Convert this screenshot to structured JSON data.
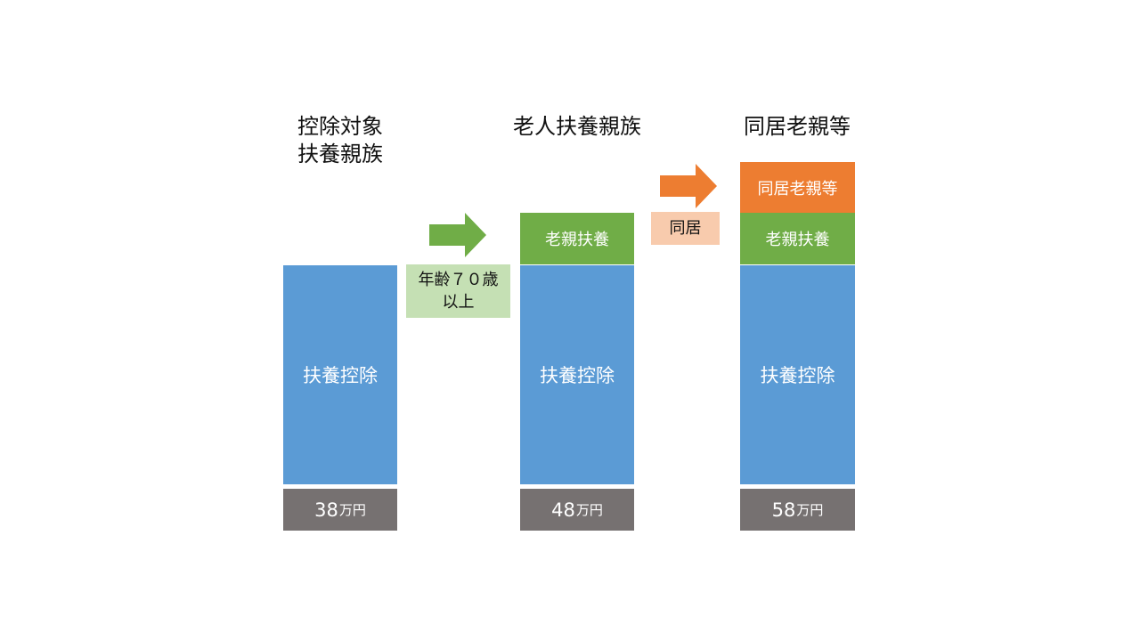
{
  "colors": {
    "base": "#5b9bd5",
    "elderly": "#70ad47",
    "cohabiting": "#ed7d31",
    "amount_bg": "#767171",
    "cond_age_bg": "#c5e0b4",
    "cond_cohabit_bg": "#f8cbad"
  },
  "columns": [
    {
      "heading_line1": "控除対象",
      "heading_line2": "扶養親族",
      "base_label": "扶養控除",
      "amount_number": "38",
      "amount_unit": "万円"
    },
    {
      "heading": "老人扶養親族",
      "base_label": "扶養控除",
      "elderly_label": "老親扶養",
      "amount_number": "48",
      "amount_unit": "万円"
    },
    {
      "heading": "同居老親等",
      "base_label": "扶養控除",
      "elderly_label": "老親扶養",
      "cohabit_label": "同居老親等",
      "amount_number": "58",
      "amount_unit": "万円"
    }
  ],
  "transitions": [
    {
      "icon": "right-arrow-icon",
      "color": "#70ad47",
      "condition_line1": "年齢７０歳",
      "condition_line2": "以上"
    },
    {
      "icon": "right-arrow-icon",
      "color": "#ed7d31",
      "condition": "同居"
    }
  ]
}
